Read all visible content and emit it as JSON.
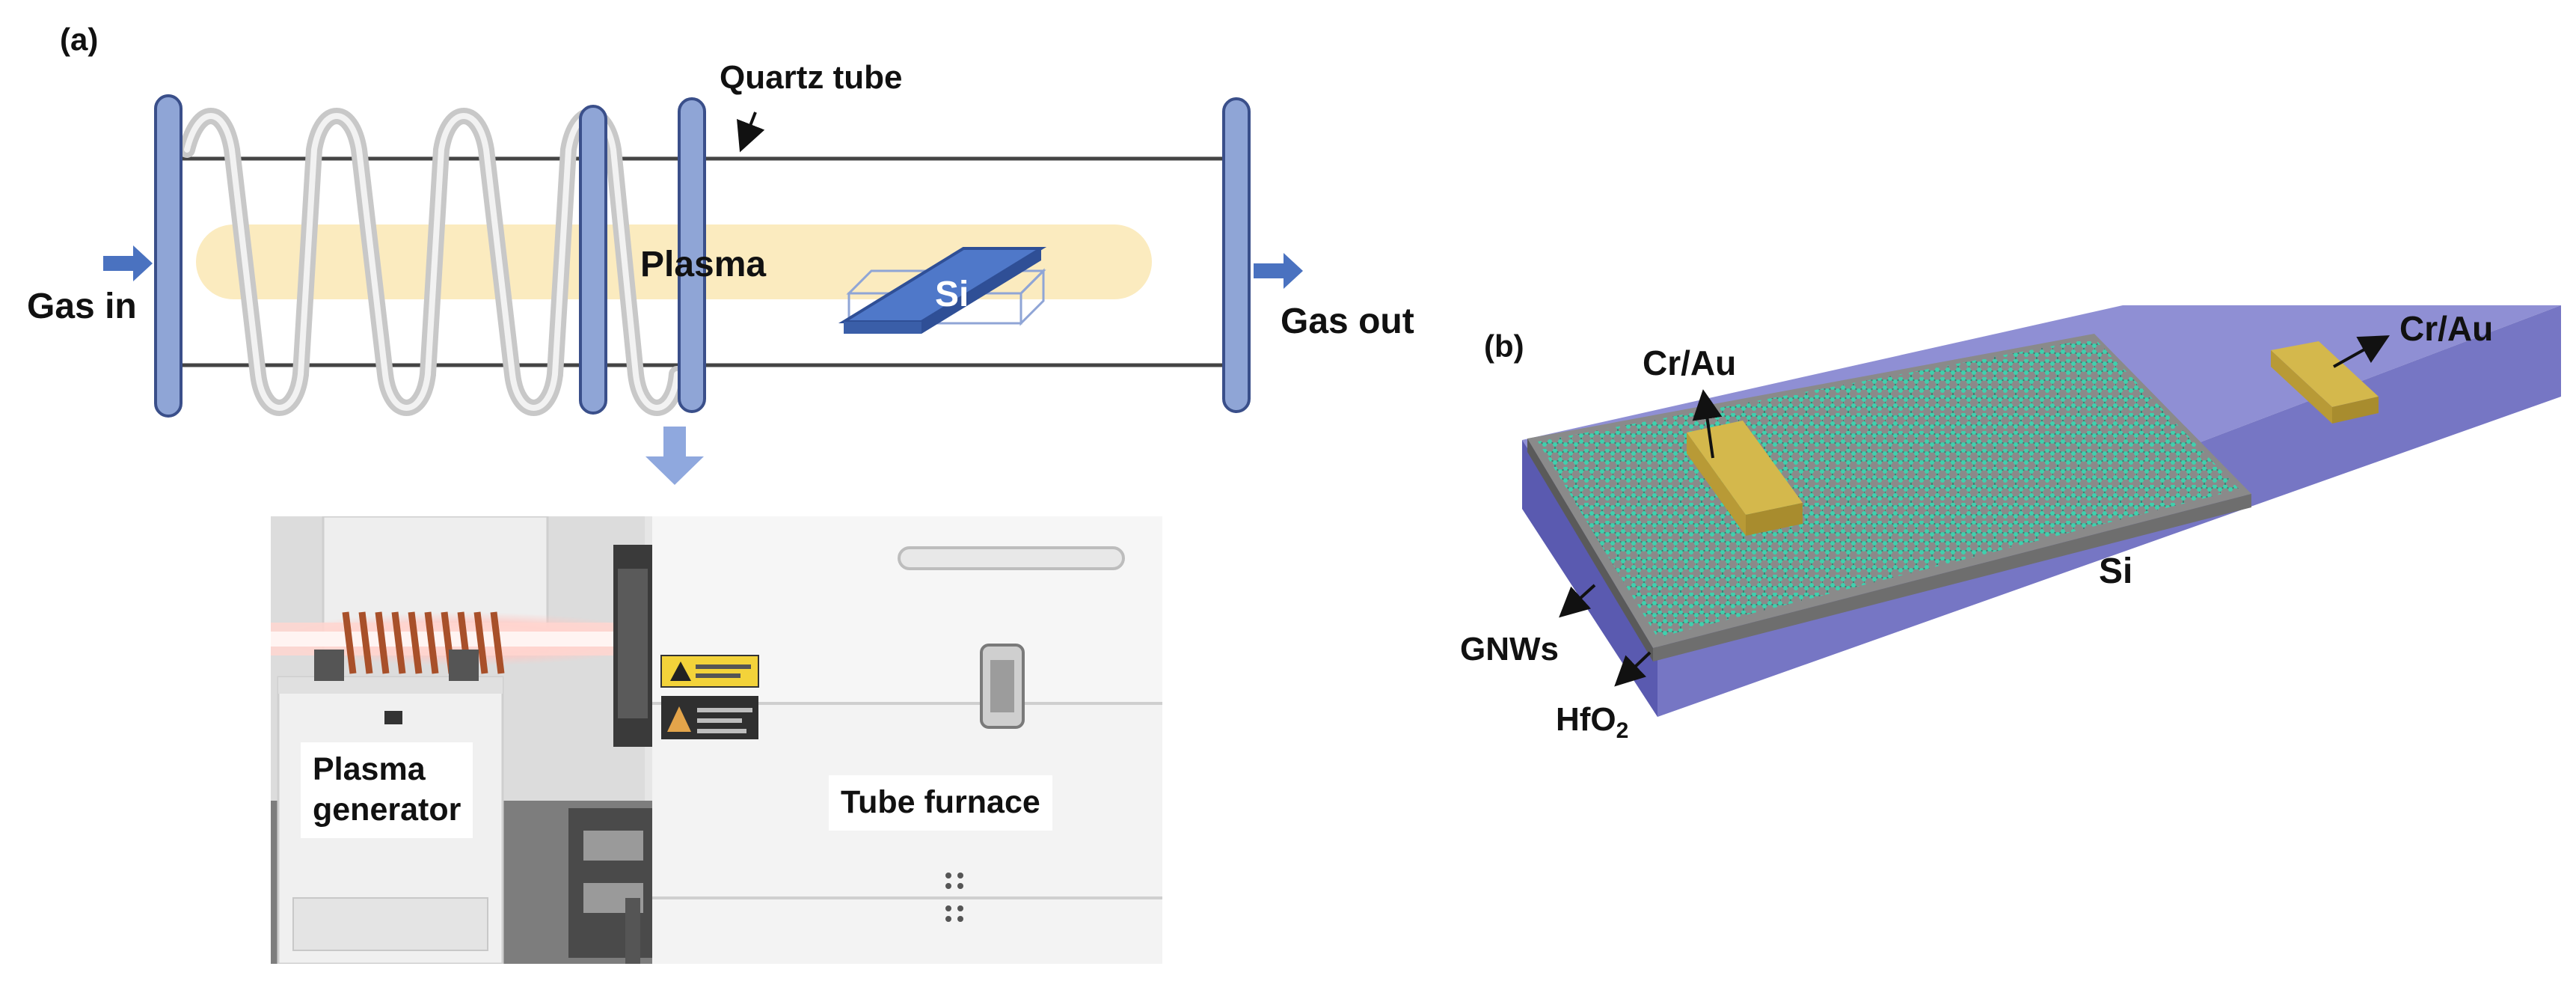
{
  "panel_a": {
    "tag": "(a)",
    "quartz_tube_label": "Quartz tube",
    "plasma_label": "Plasma",
    "substrate_label": "Si",
    "gas_in_label": "Gas in",
    "gas_out_label": "Gas out",
    "photo": {
      "plasma_generator_label_line1": "Plasma",
      "plasma_generator_label_line2": "generator",
      "tube_furnace_label": "Tube furnace"
    }
  },
  "panel_b": {
    "tag": "(b)",
    "electrode_left_label": "Cr/Au",
    "electrode_right_label": "Cr/Au",
    "gnws_label": "GNWs",
    "hfo2_label": "HfO",
    "hfo2_subscript": "2",
    "si_label": "Si"
  },
  "colors": {
    "flange_fill": "#8fa5d6",
    "flange_stroke": "#3a4f8a",
    "plasma_glow": "#fbebbf",
    "silicon_blue": "#4f78c9",
    "arrow_blue": "#4a72c0",
    "down_arrow": "#8fa8de",
    "substrate_top": "#8f8fd4",
    "substrate_side": "#7676c4",
    "hfo2_layer": "#8a8a8a",
    "graphene_node": "#36c9a8",
    "electrode_gold": "#c8aa3a"
  }
}
